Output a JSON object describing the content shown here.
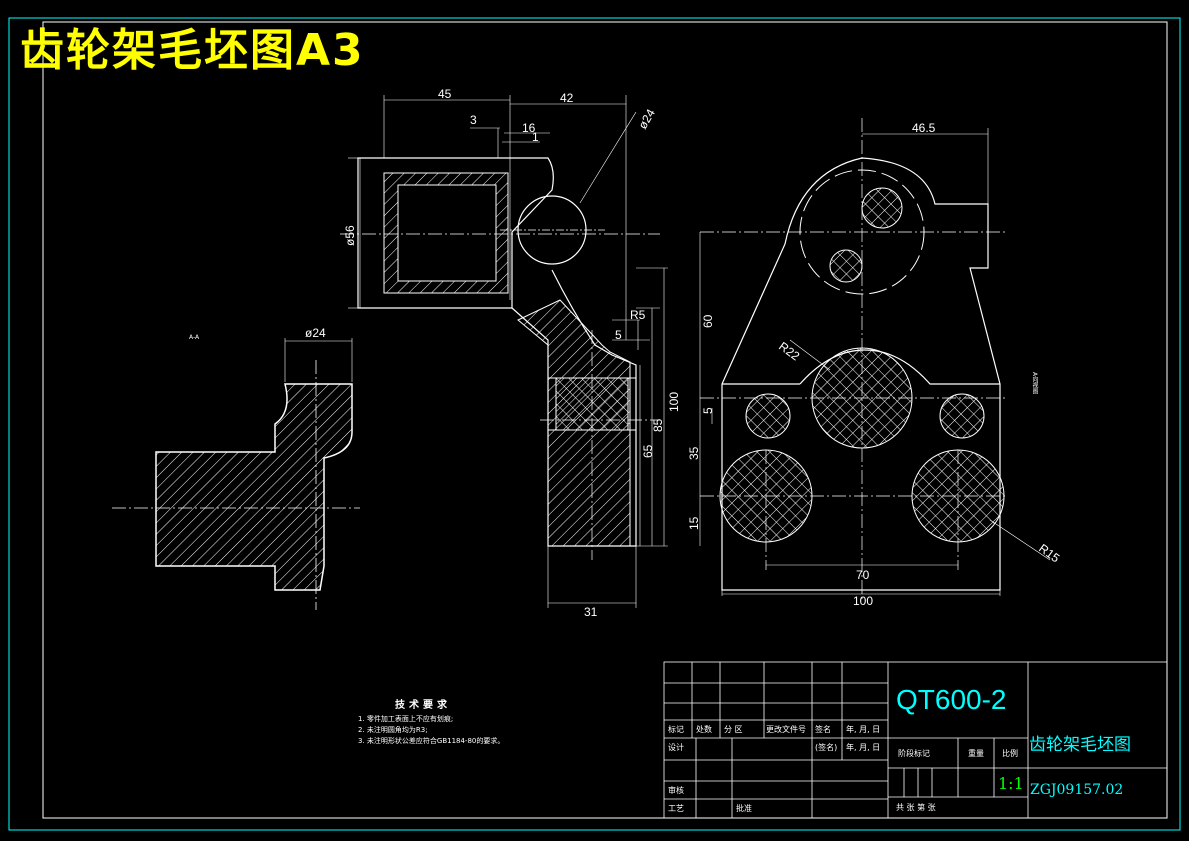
{
  "title": "齿轮架毛坯图A3",
  "dimensions": {
    "d45": "45",
    "d42": "42",
    "d3": "3",
    "d16": "16",
    "d1": "1",
    "phi24_top": "ø24",
    "phi56": "ø56",
    "r5": "R5",
    "d5_mid": "5",
    "d100_v": "100",
    "d85": "85",
    "d65": "65",
    "d31": "31",
    "phi24_left": "ø24",
    "d46_5": "46.5",
    "d60": "60",
    "r22": "R22",
    "d5_right": "5",
    "d35": "35",
    "d15": "15",
    "d70": "70",
    "d100_h": "100",
    "r15": "R15"
  },
  "labels": {
    "section_mark": "A-A",
    "side_mark": "A向视图"
  },
  "notes": {
    "title": "技术要求",
    "lines": [
      "1. 零件加工表面上不应有划痕;",
      "2. 未注明圆角均为R3;",
      "3. 未注明形状公差应符合GB1184-80的要求。"
    ]
  },
  "title_block": {
    "material": "QT600-2",
    "drawing_name": "齿轮架毛坯图",
    "drawing_number": "ZGJ09157.02",
    "scale": "1:1",
    "h_mark": "标记",
    "h_count": "处数",
    "h_zone": "分 区",
    "h_docno": "更改文件号",
    "h_sign": "签名",
    "h_date": "年, 月, 日",
    "design": "设计",
    "sign2": "(签名)",
    "date2": "年, 月, 日",
    "stage": "阶段标记",
    "weight": "重量",
    "ratio": "比例",
    "check": "审核",
    "process": "工艺",
    "approve": "批准",
    "sheets": "共    张    第    张"
  }
}
